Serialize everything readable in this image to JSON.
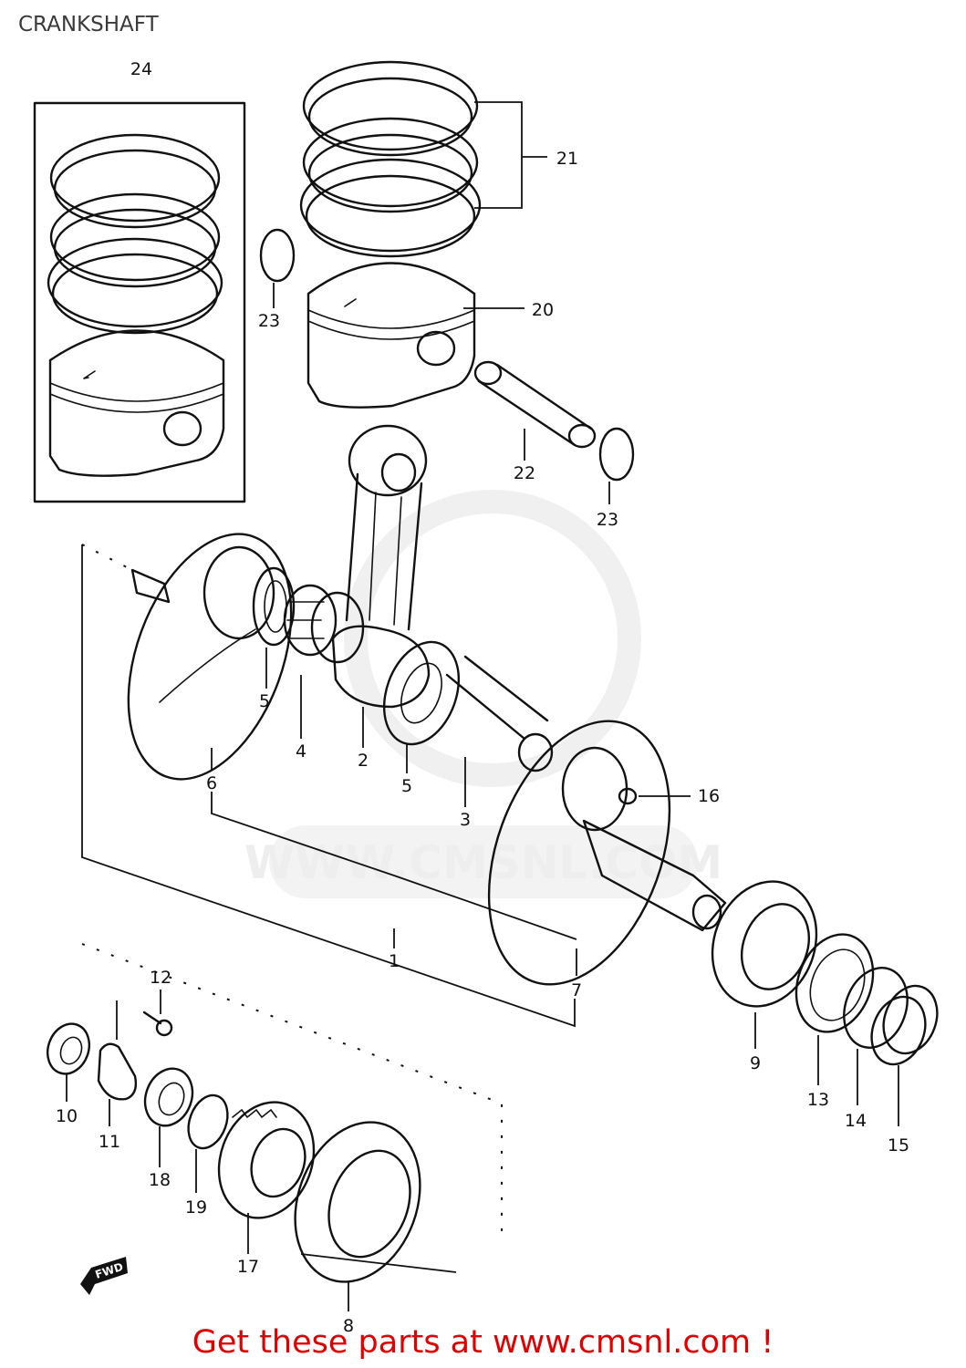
{
  "header": {
    "title": "CRANKSHAFT"
  },
  "watermark": {
    "text": "WWW.CMSNL.COM"
  },
  "direction_marker": {
    "label": "FWD"
  },
  "callouts": [
    {
      "id": "c1",
      "label": "1"
    },
    {
      "id": "c2",
      "label": "2"
    },
    {
      "id": "c3",
      "label": "3"
    },
    {
      "id": "c4",
      "label": "4"
    },
    {
      "id": "c5a",
      "label": "5"
    },
    {
      "id": "c5b",
      "label": "5"
    },
    {
      "id": "c6",
      "label": "6"
    },
    {
      "id": "c7",
      "label": "7"
    },
    {
      "id": "c8",
      "label": "8"
    },
    {
      "id": "c9",
      "label": "9"
    },
    {
      "id": "c10",
      "label": "10"
    },
    {
      "id": "c11",
      "label": "11"
    },
    {
      "id": "c12",
      "label": "12"
    },
    {
      "id": "c13",
      "label": "13"
    },
    {
      "id": "c14",
      "label": "14"
    },
    {
      "id": "c15",
      "label": "15"
    },
    {
      "id": "c16",
      "label": "16"
    },
    {
      "id": "c17",
      "label": "17"
    },
    {
      "id": "c18",
      "label": "18"
    },
    {
      "id": "c19",
      "label": "19"
    },
    {
      "id": "c20",
      "label": "20"
    },
    {
      "id": "c21",
      "label": "21"
    },
    {
      "id": "c22",
      "label": "22"
    },
    {
      "id": "c23a",
      "label": "23"
    },
    {
      "id": "c23b",
      "label": "23"
    },
    {
      "id": "c24",
      "label": "24"
    }
  ],
  "footer": {
    "promo_text": "Get these parts at www.cmsnl.com !"
  },
  "colors": {
    "line": "#111111",
    "promo": "#e00000",
    "watermark": "#eeeeee",
    "title": "#3a3a3a"
  }
}
